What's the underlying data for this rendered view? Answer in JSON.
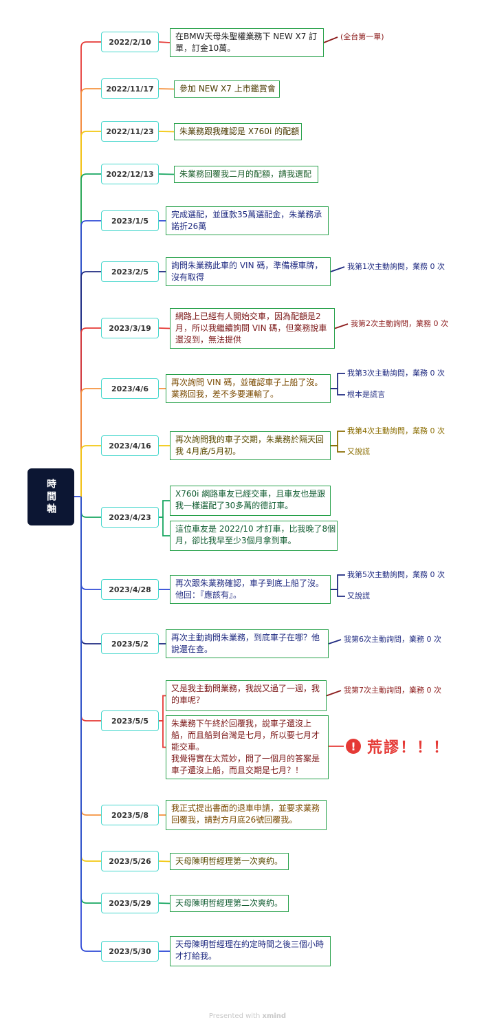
{
  "root_label": "時間軸",
  "colors": {
    "red": "#e53935",
    "orange": "#f5923e",
    "yellow": "#f2c811",
    "green": "#17a660",
    "blue": "#2e49d6",
    "navy": "#1f2a80",
    "olive": "#8a6c00",
    "darkred": "#8b1a1a",
    "box_border": "#27a14a",
    "date_border": "#45d6cc",
    "root_bg": "#0c1633"
  },
  "timeline": [
    {
      "date": "2022/2/10",
      "events": [
        "在BMW天母朱聖權業務下 NEW X7 訂\n單，訂金10萬。"
      ],
      "notes": [
        "(全台第一單)"
      ]
    },
    {
      "date": "2022/11/17",
      "events": [
        "參加 NEW X7 上市鑑賞會"
      ],
      "notes": []
    },
    {
      "date": "2022/11/23",
      "events": [
        "朱業務跟我確認是 X760i 的配額"
      ],
      "notes": []
    },
    {
      "date": "2022/12/13",
      "events": [
        "朱業務回覆我二月的配額，請我選配"
      ],
      "notes": []
    },
    {
      "date": "2023/1/5",
      "events": [
        "完成選配，並匯款35萬選配金，朱業務承\n諾折26萬"
      ],
      "notes": []
    },
    {
      "date": "2023/2/5",
      "events": [
        "詢問朱業務此車的 VIN 碼，準備標車牌，\n沒有取得"
      ],
      "notes": [
        "我第1次主動詢問，業務 0 次"
      ]
    },
    {
      "date": "2023/3/19",
      "events": [
        "網路上已經有人開始交車，因為配額是2\n月，所以我繼續詢問 VIN 碼，但業務說車\n還沒到，無法提供"
      ],
      "notes": [
        "我第2次主動詢問，業務 0 次"
      ]
    },
    {
      "date": "2023/4/6",
      "events": [
        "再次詢問 VIN 碼，並確認車子上船了沒。\n業務回我，差不多要運輸了。"
      ],
      "notes": [
        "我第3次主動詢問，業務 0 次",
        "根本是謊言"
      ]
    },
    {
      "date": "2023/4/16",
      "events": [
        "再次詢問我的車子交期，朱業務於隔天回\n我 4月底/5月初。"
      ],
      "notes": [
        "我第4次主動詢問，業務 0 次",
        "又說謊"
      ]
    },
    {
      "date": "2023/4/23",
      "events": [
        "X760i 網路車友已經交車，且車友也是跟\n我一樣選配了30多萬的德訂車。",
        "這位車友是 2022/10 才訂車，比我晚了8個\n月，卻比我早至少3個月拿到車。"
      ],
      "notes": []
    },
    {
      "date": "2023/4/28",
      "events": [
        "再次跟朱業務確認，車子到底上船了沒。\n他回：『應該有』。"
      ],
      "notes": [
        "我第5次主動詢問，業務 0 次",
        "又說謊"
      ]
    },
    {
      "date": "2023/5/2",
      "events": [
        "再次主動詢問朱業務，到底車子在哪？他\n說還在查。"
      ],
      "notes": [
        "我第6次主動詢問，業務 0 次"
      ]
    },
    {
      "date": "2023/5/5",
      "events": [
        "又是我主動問業務，我說又過了一週，我\n的車呢？",
        "朱業務下午終於回覆我，說車子還沒上\n船，而且船到台灣是七月，所以要七月才\n能交車。\n我覺得實在太荒妙，問了一個月的答案是\n車子還沒上船，而且交期是七月？！"
      ],
      "notes": [
        "我第7次主動詢問，業務 0 次"
      ],
      "callout": "荒謬！！！",
      "callout_icon": "!"
    },
    {
      "date": "2023/5/8",
      "events": [
        "我正式提出書面的退車申請，並要求業務\n回覆我，請對方月底26號回覆我。"
      ],
      "notes": []
    },
    {
      "date": "2023/5/26",
      "events": [
        "天母陳明哲經理第一次爽約。"
      ],
      "notes": []
    },
    {
      "date": "2023/5/29",
      "events": [
        "天母陳明哲經理第二次爽約。"
      ],
      "notes": []
    },
    {
      "date": "2023/5/30",
      "events": [
        "天母陳明哲經理在約定時間之後三個小時\n才打給我。"
      ],
      "notes": []
    }
  ],
  "footer": {
    "prefix": "Presented with ",
    "brand": "xmind"
  }
}
